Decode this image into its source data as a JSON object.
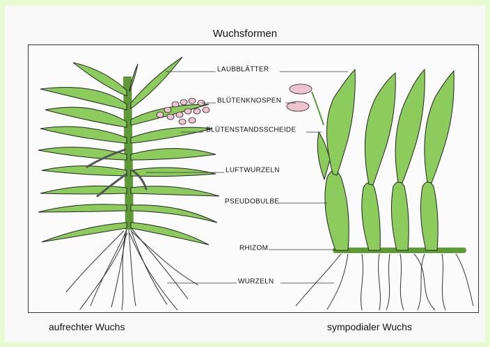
{
  "title": "Wuchsformen",
  "labels": {
    "laubblaetter": "LAUBBLÄTTER",
    "bluetenknospen": "BLÜTENKNOSPEN",
    "bluetenstandsscheide": "BLÜTENSTANDSSCHEIDE",
    "luftwurzeln": "LUFTWURZELN",
    "pseudobulbe": "PSEUDOBULBE",
    "rhizom": "RHIZOM",
    "wurzeln": "WURZELN"
  },
  "captions": {
    "left": "aufrechter Wuchs",
    "right": "sympodialer Wuchs"
  },
  "colors": {
    "leaf": "#8ccc5c",
    "leaf_dark": "#5e9a37",
    "bud": "#eec3d0",
    "outline": "#222222",
    "background": "#e6fbd2"
  }
}
